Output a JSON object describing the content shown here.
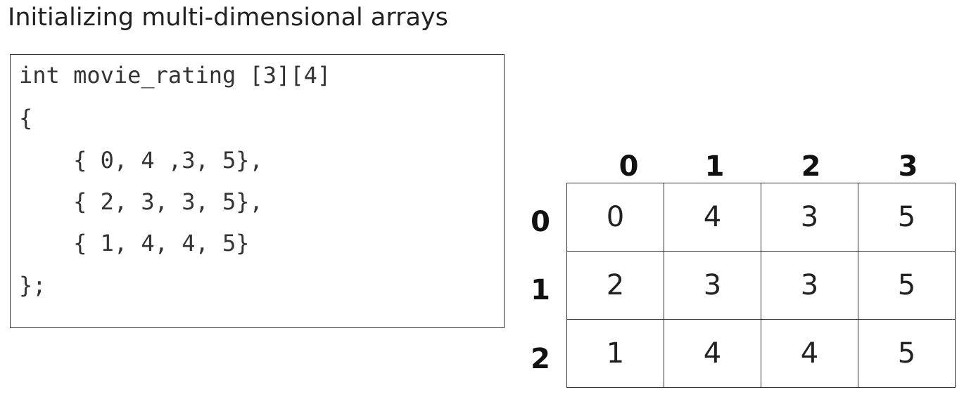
{
  "title": "Initializing multi-dimensional arrays",
  "code": {
    "lines": [
      "int movie_rating [3][4]",
      "{",
      "    { 0, 4 ,3, 5},",
      "    { 2, 3, 3, 5},",
      "    { 1, 4, 4, 5}",
      "};"
    ]
  },
  "grid": {
    "column_headers": [
      "0",
      "1",
      "2",
      "3"
    ],
    "row_headers": [
      "0",
      "1",
      "2"
    ],
    "rows": [
      [
        "0",
        "4",
        "3",
        "5"
      ],
      [
        "2",
        "3",
        "3",
        "5"
      ],
      [
        "1",
        "4",
        "4",
        "5"
      ]
    ]
  }
}
